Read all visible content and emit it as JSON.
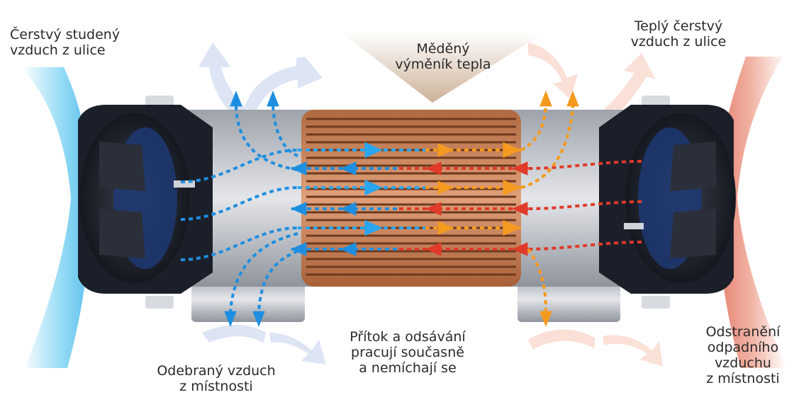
{
  "labels": {
    "cold_fresh_air": {
      "line1": "Čerstvý studený",
      "line2": "vzduch z ulice"
    },
    "warm_fresh_air": {
      "line1": "Teplý čerstvý",
      "line2": "vzduch z ulice"
    },
    "heat_exchanger": {
      "line1": "Měděný",
      "line2": "výměník tepla"
    },
    "extracted_air": {
      "line1": "Odebraný vzduch",
      "line2": "z místnosti"
    },
    "simultaneous": {
      "line1": "Přítok a odsávání",
      "line2": "pracují současně",
      "line3": "a nemíchají se"
    },
    "exhaust_air": {
      "line1": "Odstranění",
      "line2": "odpadního",
      "line3": "vzduchu",
      "line4": "z místnosti"
    }
  },
  "colors": {
    "cold_flow": "#1e8fe0",
    "cold_arrow": "#2aa6f0",
    "warm_flow": "#f59a1e",
    "exhaust_flow": "#e03a2a",
    "copper": "#c9835a",
    "housing": "#1b1f2a",
    "cold_gradient": "#4cc3ef",
    "warm_gradient": "#e5705a"
  }
}
